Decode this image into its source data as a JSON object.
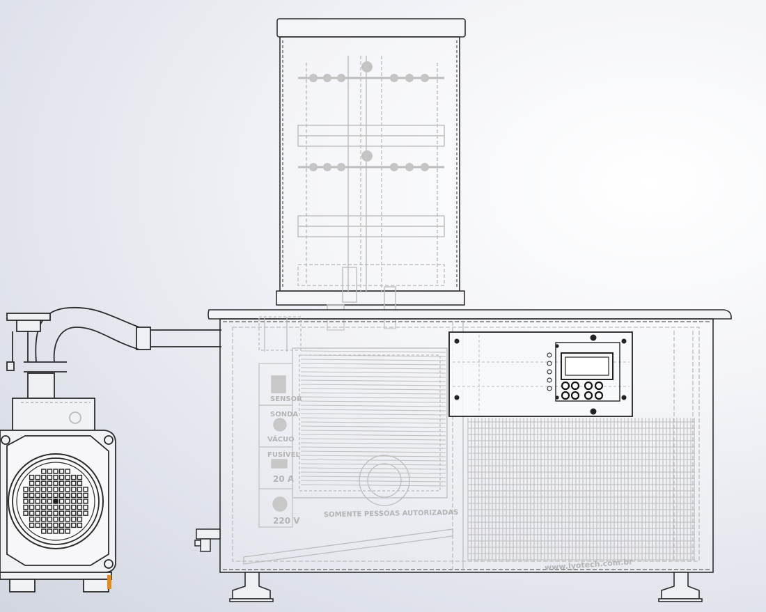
{
  "panel": {
    "labels": {
      "line1": "SENSOR",
      "line2_a": "SONDA",
      "line2_b": "VÁCUO",
      "line3": "FUSÍVEL",
      "line3_b": "20 A",
      "line4": "220 V"
    },
    "warning": "SOMENTE PESSOAS AUTORIZADAS",
    "website": "www.lyotech.com.br"
  },
  "colors": {
    "outline": "#2a2a2a",
    "ghost": "#b9b9b9",
    "accent": "#e08a1e"
  }
}
